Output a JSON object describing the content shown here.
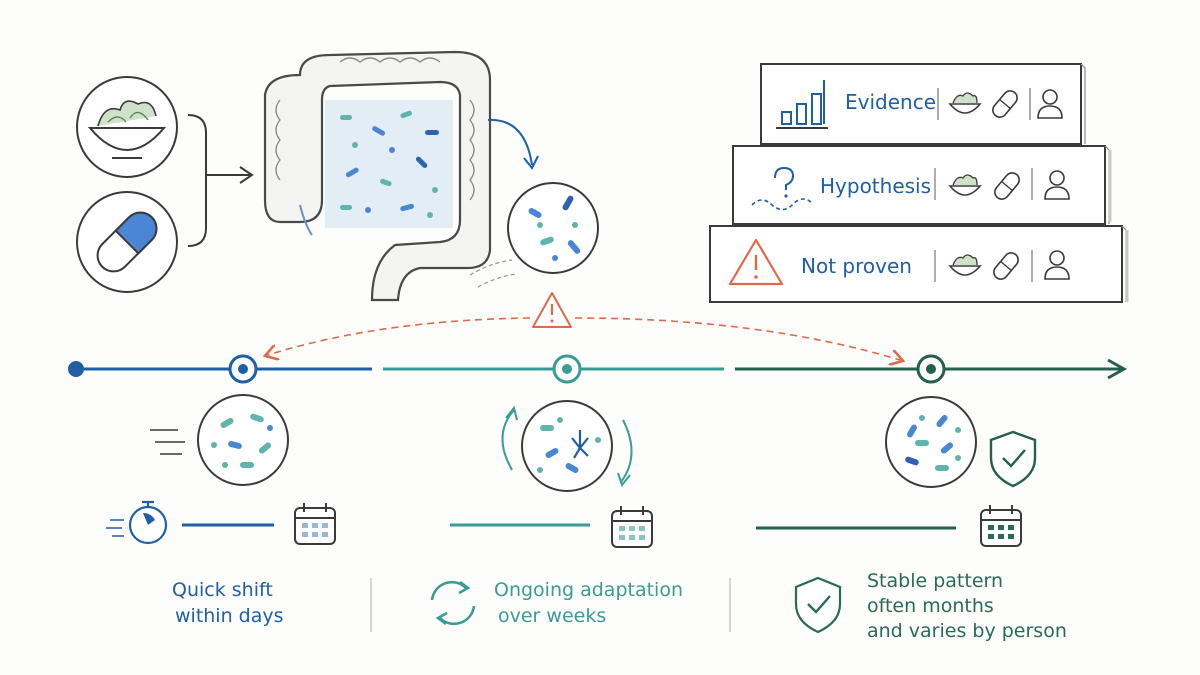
{
  "evidence_tiers": [
    {
      "label": "Evidence",
      "color": "#1f5fa6"
    },
    {
      "label": "Hypothesis",
      "color": "#1f5fa6"
    },
    {
      "label": "Not proven",
      "color": "#1f5fa6"
    }
  ],
  "phases": [
    {
      "line1": "Quick shift",
      "line2": "within days",
      "line3": "",
      "color": "#1f5fa6"
    },
    {
      "line1": "Ongoing adaptation",
      "line2": "over weeks",
      "line3": "",
      "color": "#3a9c94"
    },
    {
      "line1": "Stable pattern",
      "line2": "often months",
      "line3": "and varies by person",
      "color": "#2a6b58"
    }
  ],
  "colors": {
    "blue": "#1f5fa6",
    "teal": "#3a9c94",
    "green": "#245f4f",
    "warning": "#e0694a",
    "ink": "#3a3a3a"
  },
  "icons": [
    "salad-bowl-icon",
    "capsule-icon",
    "colon-icon",
    "microbe-icon",
    "warning-icon",
    "question-icon",
    "bar-chart-icon",
    "person-icon",
    "stopwatch-icon",
    "calendar-icon",
    "cycle-arrows-icon",
    "shield-check-icon"
  ]
}
